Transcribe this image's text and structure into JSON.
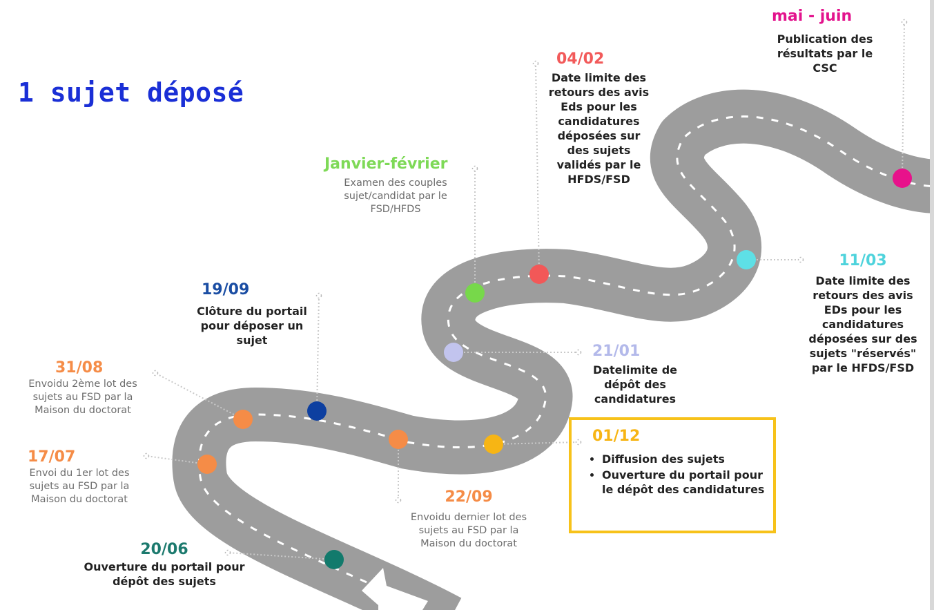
{
  "title": "1 sujet déposé",
  "colors": {
    "title": "#1a2fd6",
    "road": "#9d9d9d",
    "lane": "#ffffff",
    "highlight_border": "#f7c21a"
  },
  "milestones": [
    {
      "id": "m2006",
      "date": "20/06",
      "date_color": "#1c7a6e",
      "dot_color": "#127a6c",
      "text": "Ouverture du portail pour dépôt des sujets",
      "style": "bold"
    },
    {
      "id": "m1707",
      "date": "17/07",
      "date_color": "#f58c47",
      "dot_color": "#f58c47",
      "text": "Envoi du 1er lot des sujets au FSD par la Maison du doctorat",
      "style": "light"
    },
    {
      "id": "m3108",
      "date": "31/08",
      "date_color": "#f58c47",
      "dot_color": "#f58c47",
      "text": "Envoidu 2ème lot des sujets au FSD par la Maison du doctorat",
      "style": "light"
    },
    {
      "id": "m1909",
      "date": "19/09",
      "date_color": "#1a4da3",
      "dot_color": "#0d3fa0",
      "text": "Clôture du portail pour déposer un sujet",
      "style": "bold"
    },
    {
      "id": "m2209",
      "date": "22/09",
      "date_color": "#f58c47",
      "dot_color": "#f58c47",
      "text": "Envoidu dernier lot des sujets au FSD par la Maison du doctorat",
      "style": "light"
    },
    {
      "id": "m0112",
      "date": "01/12",
      "date_color": "#f7b514",
      "dot_color": "#f7b514",
      "bullets": [
        "Diffusion des sujets",
        "Ouverture du portail pour le dépôt des candidatures"
      ],
      "style": "bold"
    },
    {
      "id": "m2101",
      "date": "21/01",
      "date_color": "#b3b9ea",
      "dot_color": "#c2c4ee",
      "text": "Datelimite de dépôt des candidatures",
      "style": "bold"
    },
    {
      "id": "mjanfev",
      "date": "Janvier-février",
      "date_color": "#7ed957",
      "dot_color": "#77d84a",
      "text": "Examen des couples sujet/candidat par le FSD/HFDS",
      "style": "light"
    },
    {
      "id": "m0402",
      "date": "04/02",
      "date_color": "#f25a5a",
      "dot_color": "#f25858",
      "text": "Date limite des retours des avis Eds pour les candidatures déposées sur des sujets validés par le HFDS/FSD",
      "style": "bold"
    },
    {
      "id": "m1103",
      "date": "11/03",
      "date_color": "#4ed3dc",
      "dot_color": "#5ee0e6",
      "text": "Date limite des retours des avis EDs pour les candidatures déposées sur des sujets \"réservés\" par le HFDS/FSD",
      "style": "bold"
    },
    {
      "id": "mmaijuin",
      "date": "mai - juin",
      "date_color": "#e3138d",
      "dot_color": "#e8128b",
      "text": "Publication des résultats par le CSC",
      "style": "bold"
    }
  ]
}
